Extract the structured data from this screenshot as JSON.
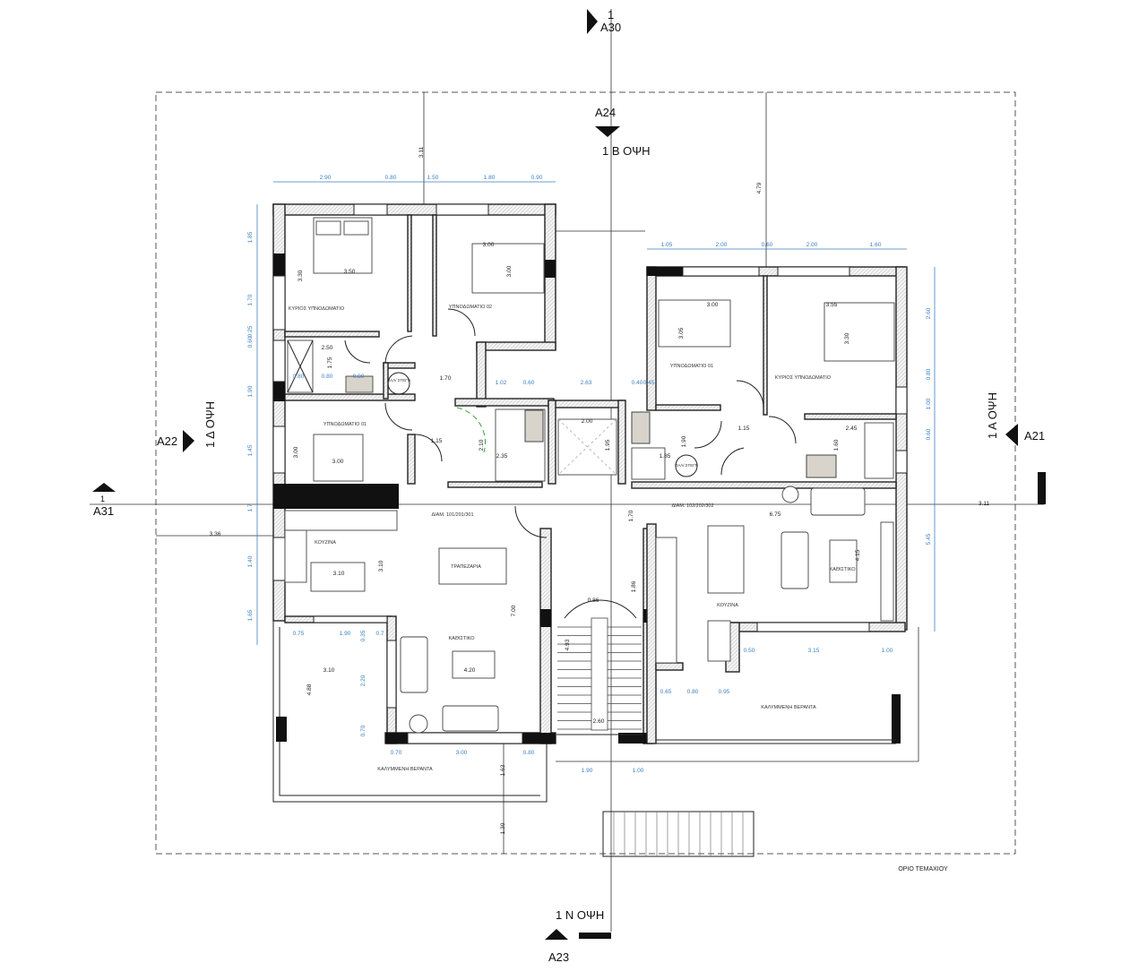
{
  "section_markers": {
    "top": {
      "number": "1",
      "ref": "A30"
    },
    "north": {
      "ref": "A24",
      "label": "1 Β ΟΨΗ"
    },
    "west": {
      "ref": "A22",
      "label": "1 Δ ΟΨΗ"
    },
    "east": {
      "ref": "A21",
      "label": "1 Α ΟΨΗ"
    },
    "south": {
      "ref": "A23",
      "label": "1 Ν ΟΨΗ"
    },
    "section_left": {
      "number": "1",
      "ref": "A31"
    }
  },
  "plot_limit_label": "ΟΡΙΟ ΤΕΜΑΧΙΟΥ",
  "rooms": {
    "left_master_bedroom": "ΚΥΡΙΟΣ ΥΠΝΟΔΩΜΑΤΙΟ",
    "left_bedroom_02": "ΥΠΝΟΔΩΜΑΤΙΟ 02",
    "left_bedroom_01": "ΥΠΝΟΔΩΜΑΤΙΟ 01",
    "left_laundry": "ΠΑΛ/ ΣΤΕΓΝ",
    "left_kitchen": "ΚΟΥΖΙΝΑ",
    "left_dining": "ΤΡΑΠΕΖΑΡΙΑ",
    "left_living": "ΚΑΘΙΣΤΙΚΟ",
    "left_veranda": "ΚΑΛΥΜΜΕΝΗ ΒΕΡΑΝΤΑ",
    "left_apartment": "ΔΙΑΜ. 101/201/301",
    "right_apartment": "ΔΙΑΜ. 102/202/302",
    "right_bedroom_01": "ΥΠΝΟΔΩΜΑΤΙΟ 01",
    "right_master_bedroom": "ΚΥΡΙΟΣ ΥΠΝΟΔΩΜΑΤΙΟ",
    "right_laundry": "ΠΑΛ/ ΣΤΕΓΝ",
    "right_kitchen": "ΚΟΥΖΙΝΑ",
    "right_living": "ΚΑΘΙΣΤΙΚΟ",
    "right_veranda": "ΚΑΛΥΜΜΕΝΗ ΒΕΡΑΝΤΑ"
  },
  "dimensions": {
    "blue": [
      "2.90",
      "0.80",
      "1.50",
      "1.80",
      "0.90",
      "1.05",
      "2.00",
      "0.60",
      "2.00",
      "1.60",
      "1.85",
      "1.70",
      "0.25",
      "0.60",
      "1.90",
      "1.45",
      "1.7",
      "1.40",
      "1.65",
      "2.60",
      "0.80",
      "1.00",
      "0.60",
      "5.45",
      "0.80",
      "0.80",
      "0.80",
      "1.02",
      "0.60",
      "2.63",
      "0.40",
      "0.45",
      "0.75",
      "1.90",
      "0.35",
      "0.7",
      "2.20",
      "0.70",
      "0.70",
      "3.00",
      "0.80",
      "1.90",
      "1.00",
      "0.50",
      "3.15",
      "1.00",
      "0.65",
      "0.80",
      "0.95"
    ],
    "black": [
      "3.11",
      "4.79",
      "3.50",
      "3.30",
      "3.00",
      "3.00",
      "2.50",
      "1.75",
      "1.70",
      "3.00",
      "3.00",
      "1.15",
      "2.10",
      "2.35",
      "2.00",
      "1.95",
      "3.00",
      "3.05",
      "3.55",
      "3.30",
      "1.15",
      "2.45",
      "1.90",
      "1.60",
      "1.85",
      "3.36",
      "3.10",
      "3.10",
      "7.00",
      "1.70",
      "1.86",
      "0.86",
      "4.93",
      "2.60",
      "6.75",
      "4.15",
      "3.11",
      "3.10",
      "4.20",
      "4.88",
      "1.63",
      "1.30"
    ]
  },
  "colors": {
    "dimension_blue": "#3a7fc0",
    "ink": "#111111",
    "door_swing_green": "#3aa040"
  }
}
